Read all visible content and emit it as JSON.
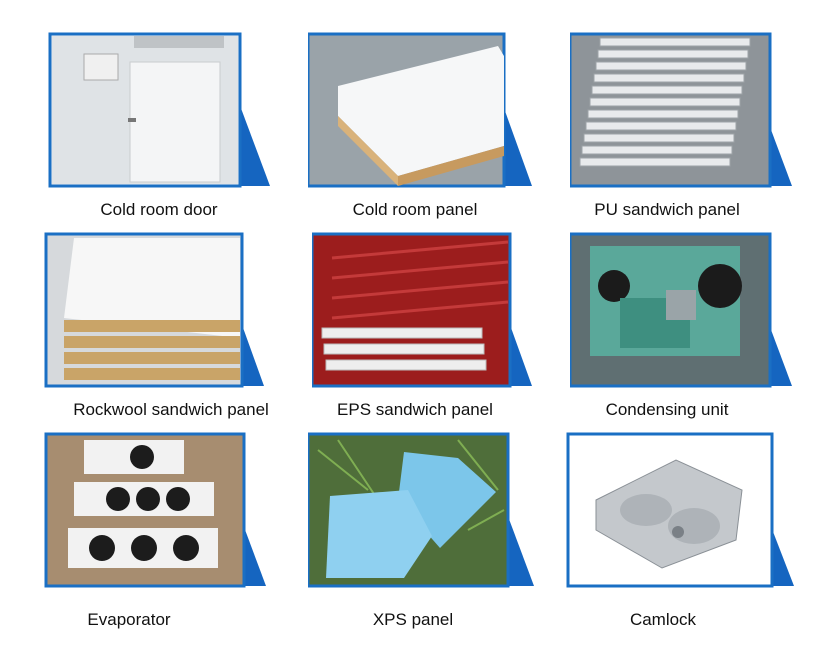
{
  "products": [
    {
      "caption": "Cold room door",
      "scene": "door"
    },
    {
      "caption": "Cold room panel",
      "scene": "panel-stack"
    },
    {
      "caption": "PU sandwich panel",
      "scene": "pu-stack"
    },
    {
      "caption": "Rockwool sandwich panel",
      "scene": "rockwool"
    },
    {
      "caption": "EPS sandwich panel",
      "scene": "eps-red"
    },
    {
      "caption": "Condensing unit",
      "scene": "condenser"
    },
    {
      "caption": "Evaporator",
      "scene": "evaporator"
    },
    {
      "caption": "XPS panel",
      "scene": "xps"
    },
    {
      "caption": "Camlock",
      "scene": "camlock"
    }
  ],
  "colors": {
    "frame_blue": "#1a6fc4",
    "tab_blue": "#1565c0",
    "caption_text": "#111111"
  }
}
